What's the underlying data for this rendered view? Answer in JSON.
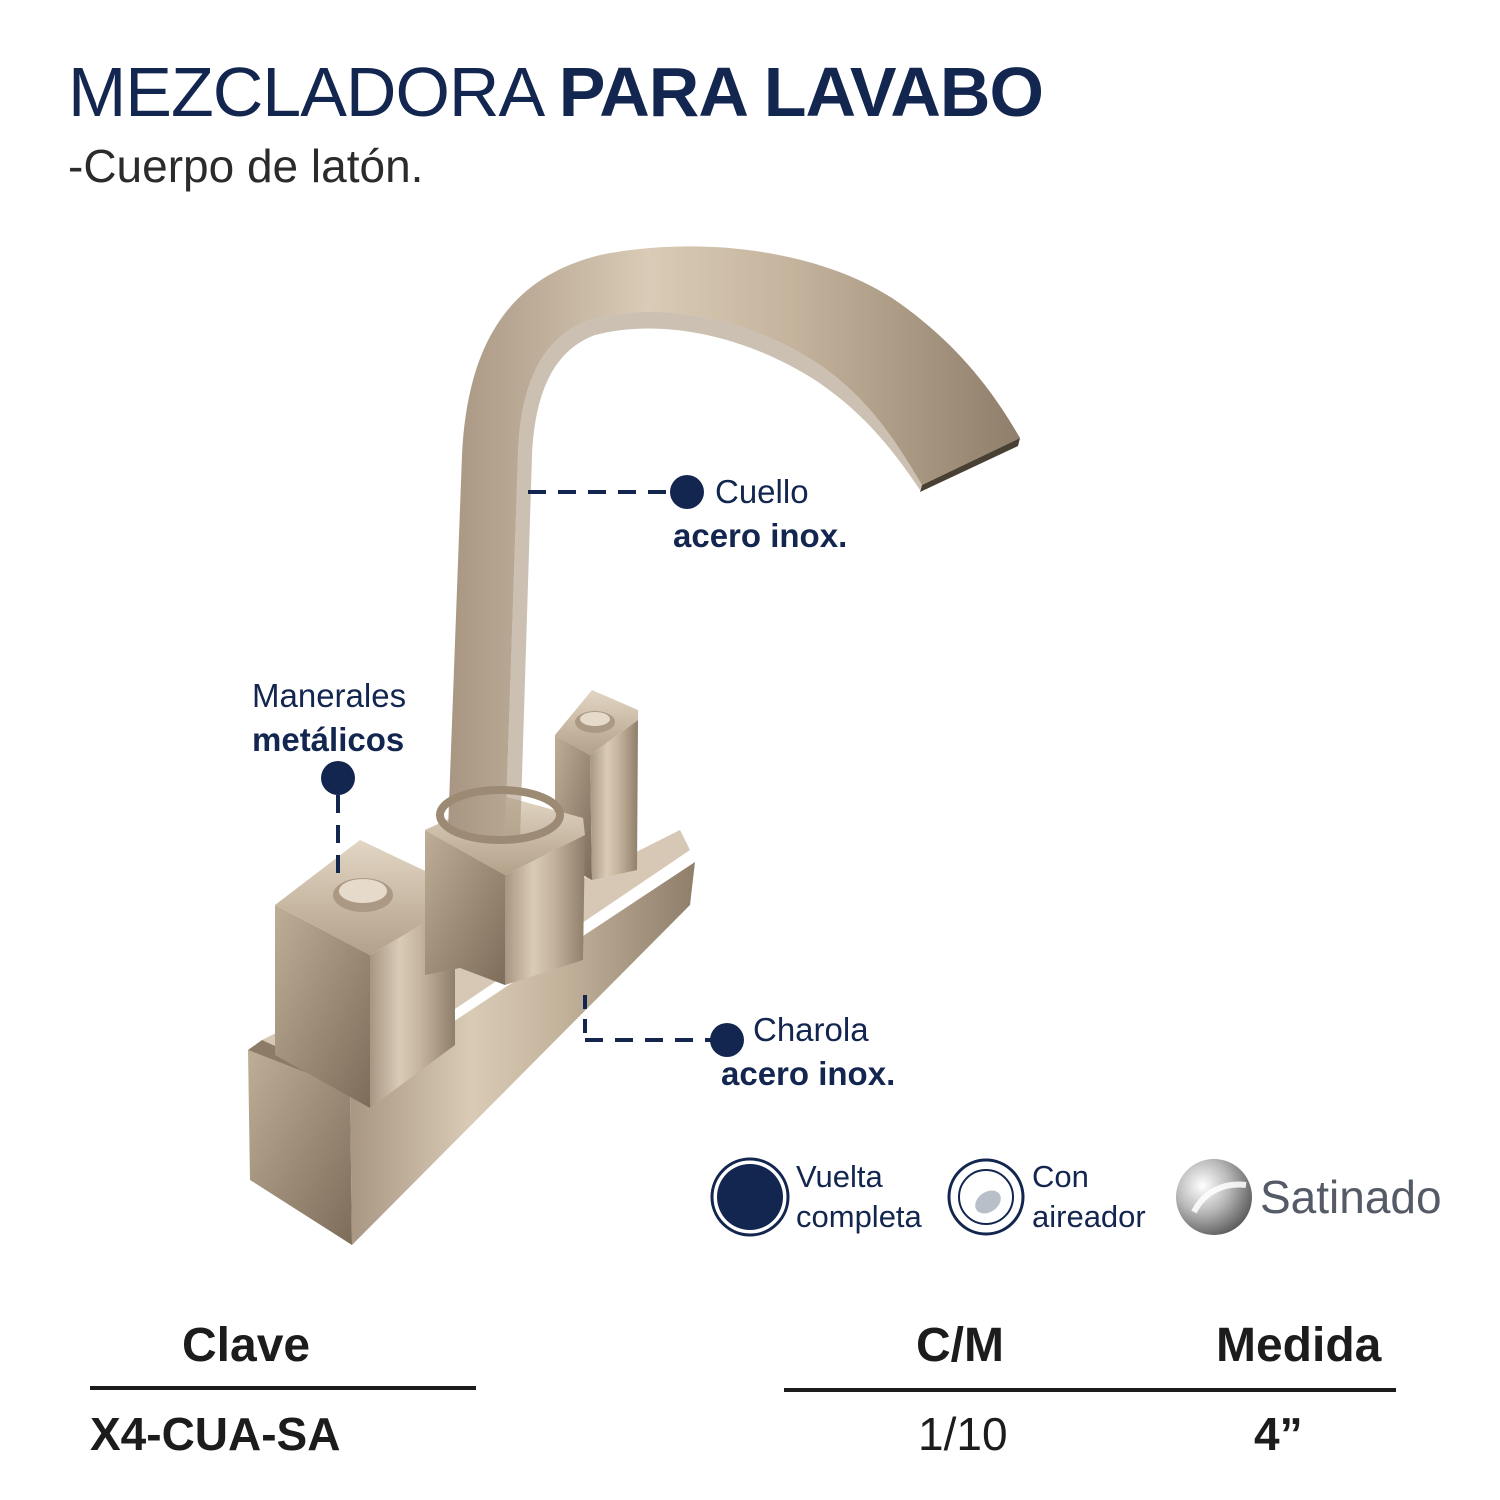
{
  "header": {
    "title_light": "MEZCLADORA",
    "title_bold": "PARA LAVABO",
    "subtitle": "-Cuerpo de latón."
  },
  "callouts": {
    "neck": {
      "label": "Cuello",
      "material": "acero inox."
    },
    "handles": {
      "label": "Manerales",
      "material": "metálicos"
    },
    "tray": {
      "label": "Charola",
      "material": "acero inox."
    }
  },
  "features": [
    {
      "icon": "full-turn-icon",
      "line1": "Vuelta",
      "line2": "completa"
    },
    {
      "icon": "aerator-icon",
      "line1": "Con",
      "line2": "aireador"
    },
    {
      "icon": "satin-finish-icon",
      "label": "Satinado"
    }
  ],
  "colors": {
    "navy": "#13264f",
    "satin": "#c8b8a2"
  },
  "table": {
    "headers": {
      "clave": "Clave",
      "cm": "C/M",
      "medida": "Medida"
    },
    "row": {
      "clave": "X4-CUA-SA",
      "cm": "1/10",
      "medida": "4”"
    }
  }
}
